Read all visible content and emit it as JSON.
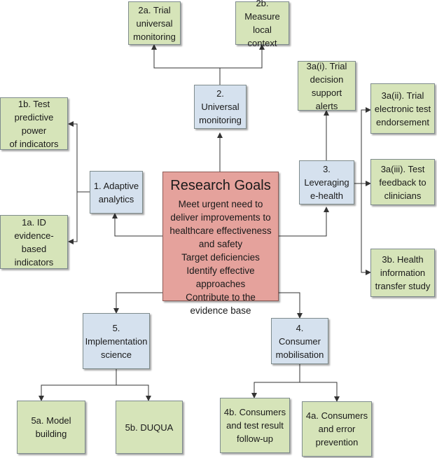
{
  "center": {
    "title": "Research Goals",
    "goals": [
      "Meet urgent need to deliver improvements to healthcare effectiveness and safety",
      "Target deficiencies",
      "Identify effective approaches",
      "Contribute to the evidence base"
    ]
  },
  "nodes": {
    "n1": [
      "1. Adaptive",
      "analytics"
    ],
    "n1a": [
      "1a. ID evidence-",
      "based indicators"
    ],
    "n1b": [
      "1b. Test",
      "predictive power",
      "of indicators"
    ],
    "n2": [
      "2. Universal",
      "monitoring"
    ],
    "n2a": [
      "2a. Trial",
      "universal",
      "monitoring"
    ],
    "n2b": [
      "2b. Measure",
      "local context"
    ],
    "n3": [
      "3.",
      "Leveraging",
      "e-health"
    ],
    "n3ai": [
      "3a(i). Trial",
      "decision",
      "support alerts"
    ],
    "n3aii": [
      "3a(ii). Trial",
      "electronic test",
      "endorsement"
    ],
    "n3aiii": [
      "3a(iii). Test",
      "feedback to",
      "clinicians"
    ],
    "n3b": [
      "3b. Health",
      "information",
      "transfer study"
    ],
    "n4": [
      "4. Consumer",
      "mobilisation"
    ],
    "n4a": [
      "4a. Consumers",
      "and error",
      "prevention"
    ],
    "n4b": [
      "4b. Consumers",
      "and test result",
      "follow-up"
    ],
    "n5": [
      "5.",
      "Implementation",
      "science"
    ],
    "n5a": [
      "5a. Model",
      "building"
    ],
    "n5b": [
      "5b. DUQUA"
    ]
  },
  "colors": {
    "goal_box": "#e5a29c",
    "theme_box": "#d5e1ee",
    "project_box": "#d6e4b9",
    "connector": "#333333"
  }
}
